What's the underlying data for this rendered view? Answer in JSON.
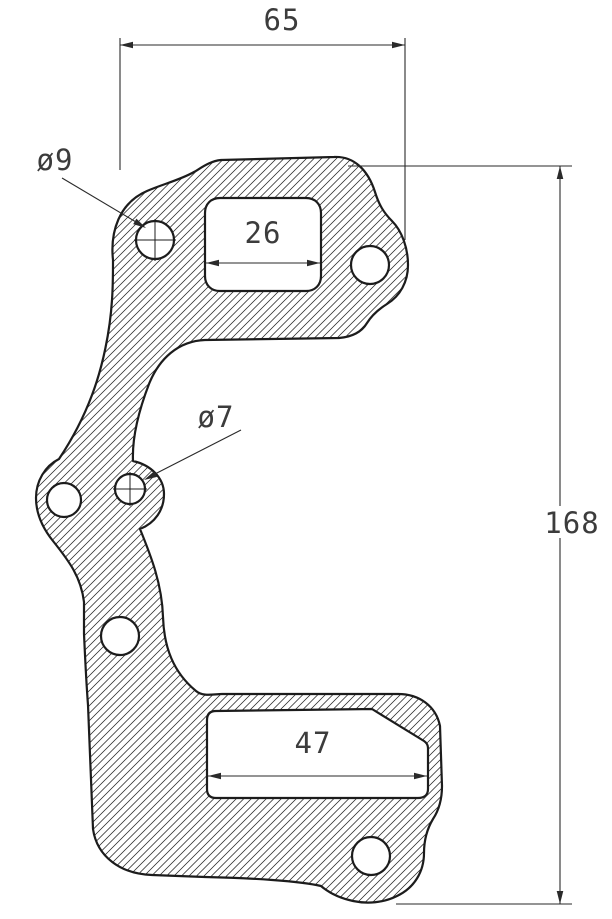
{
  "drawing": {
    "type": "mechanical-gasket-section",
    "dimensions": {
      "top_width": "65",
      "top_slot_width": "26",
      "bottom_slot_width": "47",
      "overall_height": "168",
      "hole_top_diameter": "ø9",
      "hole_mid_diameter": "ø7"
    },
    "colors": {
      "line": "#1c1c1c",
      "dim_line": "#2a2a2a",
      "dim_text": "#3c3c3c",
      "hatch": "#222222",
      "background": "#ffffff"
    }
  }
}
